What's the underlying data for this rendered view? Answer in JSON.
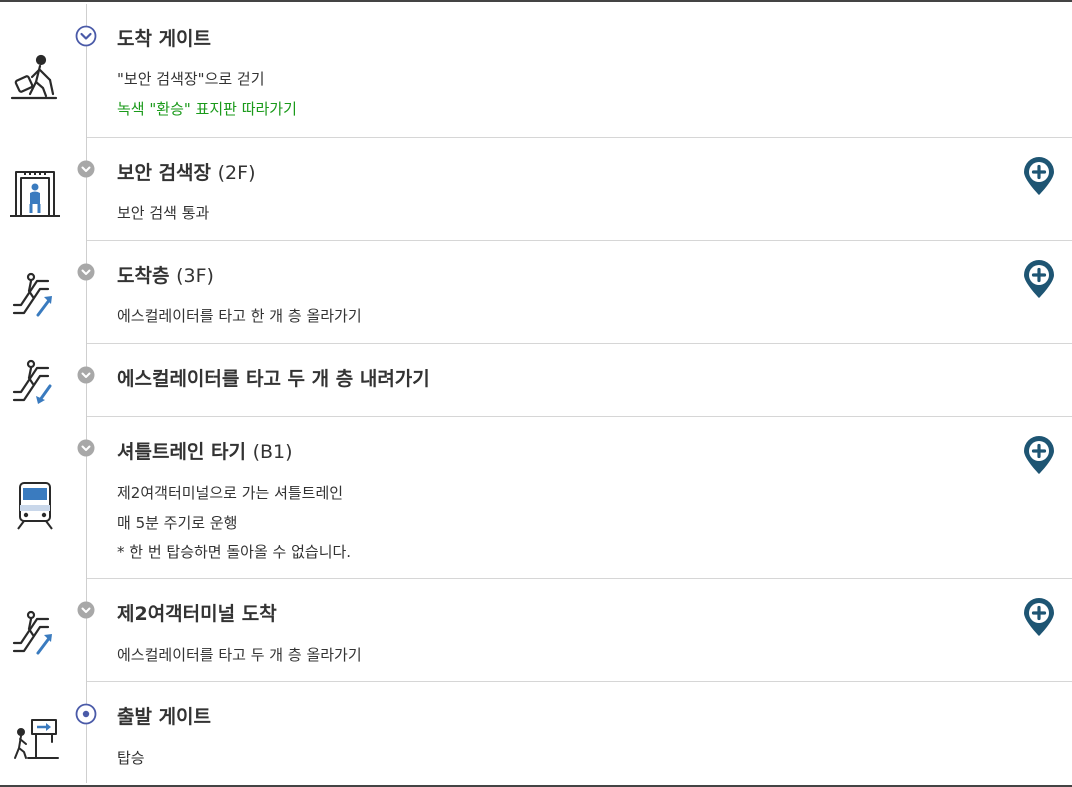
{
  "colors": {
    "marker_gray": "#a8a8a8",
    "marker_blue": "#4a5aa8",
    "pin_blue": "#1e5573",
    "green_text": "#1a9a1a"
  },
  "steps": [
    {
      "icon": "walking-traveler-icon",
      "marker": "chevron-down-circle",
      "title": "도착 게이트",
      "floor": "",
      "lines": [
        "\"보안 검색장\"으로 걷기",
        "녹색 \"환승\" 표지판 따라가기"
      ],
      "green_line": 1,
      "has_pin": false
    },
    {
      "icon": "security-gate-icon",
      "marker": "gray-chevron",
      "title": "보안 검색장",
      "floor": "(2F)",
      "lines": [
        "보안 검색 통과"
      ],
      "has_pin": true
    },
    {
      "icon": "escalator-up-icon",
      "marker": "gray-chevron",
      "title": "도착층",
      "floor": "(3F)",
      "lines": [
        "에스컬레이터를 타고 한 개 층 올라가기"
      ],
      "has_pin": true
    },
    {
      "icon": "escalator-down-icon",
      "marker": "gray-chevron",
      "title": "에스컬레이터를 타고 두 개 층 내려가기",
      "floor": "",
      "lines": [],
      "has_pin": false
    },
    {
      "icon": "shuttle-train-icon",
      "marker": "gray-chevron",
      "title": "셔틀트레인 타기",
      "floor": "(B1)",
      "lines": [
        "제2여객터미널으로 가는 셔틀트레인",
        "매 5분 주기로 운행",
        "* 한 번 탑승하면 돌아올 수 없습니다."
      ],
      "has_pin": true
    },
    {
      "icon": "escalator-up-icon",
      "marker": "gray-chevron",
      "title": "제2여객터미널 도착",
      "floor": "",
      "lines": [
        "에스컬레이터를 타고 두 개 층 올라가기"
      ],
      "has_pin": true
    },
    {
      "icon": "departure-gate-icon",
      "marker": "dot-circle",
      "title": "출발 게이트",
      "floor": "",
      "lines": [
        "탑승"
      ],
      "has_pin": false
    }
  ]
}
